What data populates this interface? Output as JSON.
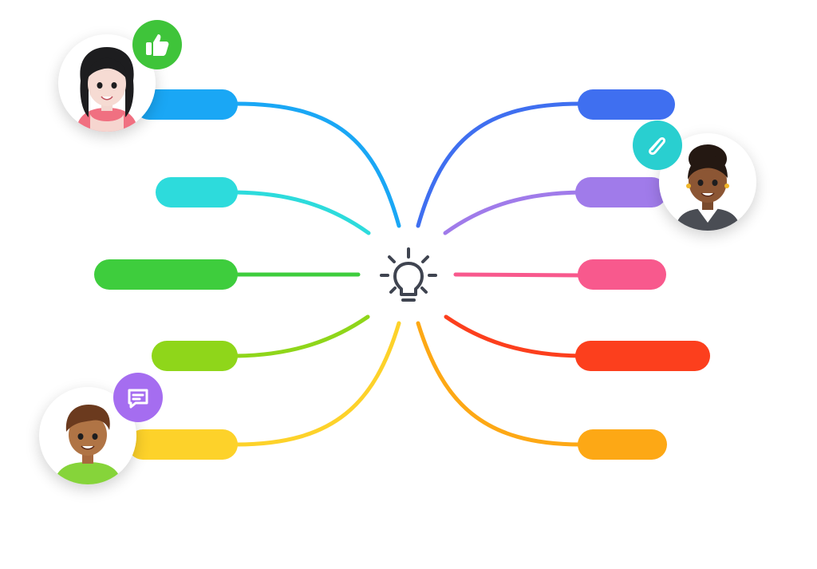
{
  "colors": {
    "left_branches": [
      "#1aa7f5",
      "#2ddbdc",
      "#3ecd3d",
      "#8fd61a",
      "#fdd22a"
    ],
    "right_branches": [
      "#3f6ff0",
      "#a07bea",
      "#f8598d",
      "#fc3f1d",
      "#fda815"
    ],
    "center_icon": "#3f4450",
    "badge_like": "#3fc43a",
    "badge_attach": "#29cfd0",
    "badge_comment": "#a56df0"
  },
  "center": {
    "icon": "lightbulb-icon"
  },
  "left_branches": [
    {
      "name": "branch-left-1",
      "color_key": 0
    },
    {
      "name": "branch-left-2",
      "color_key": 1
    },
    {
      "name": "branch-left-3",
      "color_key": 2
    },
    {
      "name": "branch-left-4",
      "color_key": 3
    },
    {
      "name": "branch-left-5",
      "color_key": 4
    }
  ],
  "right_branches": [
    {
      "name": "branch-right-1",
      "color_key": 0
    },
    {
      "name": "branch-right-2",
      "color_key": 1
    },
    {
      "name": "branch-right-3",
      "color_key": 2
    },
    {
      "name": "branch-right-4",
      "color_key": 3
    },
    {
      "name": "branch-right-5",
      "color_key": 4
    }
  ],
  "collaborators": [
    {
      "avatar": "woman-black-hair-avatar",
      "badge_icon": "thumbs-up-icon"
    },
    {
      "avatar": "woman-dark-skin-avatar",
      "badge_icon": "paperclip-icon"
    },
    {
      "avatar": "boy-brown-hair-avatar",
      "badge_icon": "chat-bubble-icon"
    }
  ]
}
